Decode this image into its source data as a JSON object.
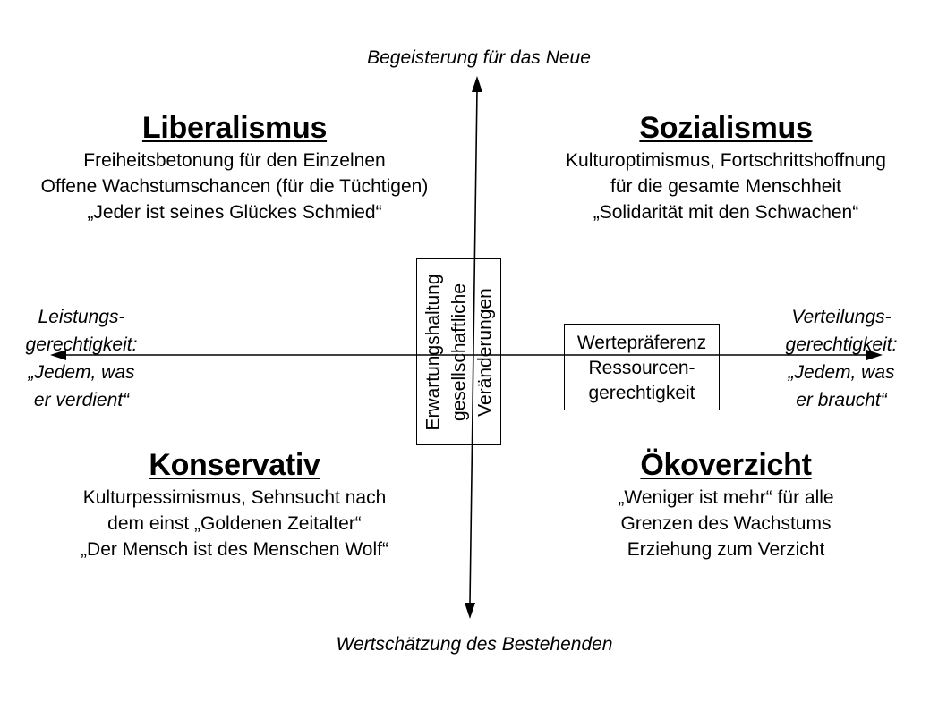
{
  "axes": {
    "top": "Begeisterung für das Neue",
    "bottom": "Wertschätzung des Bestehenden",
    "left": [
      "Leistungs-",
      "gerechtigkeit:",
      "„Jedem, was",
      "er verdient“"
    ],
    "right": [
      "Verteilungs-",
      "gerechtigkeit:",
      "„Jedem, was",
      "er braucht“"
    ]
  },
  "quadrants": {
    "top_left": {
      "title": "Liberalismus",
      "lines": [
        "Freiheitsbetonung für den Einzelnen",
        "Offene Wachstumschancen (für die Tüchtigen)",
        "„Jeder ist seines Glückes Schmied“"
      ]
    },
    "top_right": {
      "title": "Sozialismus",
      "lines": [
        "Kulturoptimismus, Fortschrittshoffnung",
        "für die gesamte Menschheit",
        "„Solidarität mit den Schwachen“"
      ]
    },
    "bottom_left": {
      "title": "Konservativ",
      "lines": [
        "Kulturpessimismus, Sehnsucht nach",
        "dem einst „Goldenen Zeitalter“",
        "„Der Mensch ist des Menschen Wolf“"
      ]
    },
    "bottom_right": {
      "title": "Ökoverzicht",
      "lines": [
        "„Weniger ist mehr“ für alle",
        "Grenzen des Wachstums",
        "Erziehung zum Verzicht"
      ]
    }
  },
  "boxes": {
    "vertical_axis_box": [
      "Erwartungshaltung",
      "gesellschaftliche",
      "Veränderungen"
    ],
    "horizontal_axis_box": [
      "Wertepräferenz",
      "Ressourcen-",
      "gerechtigkeit"
    ]
  }
}
